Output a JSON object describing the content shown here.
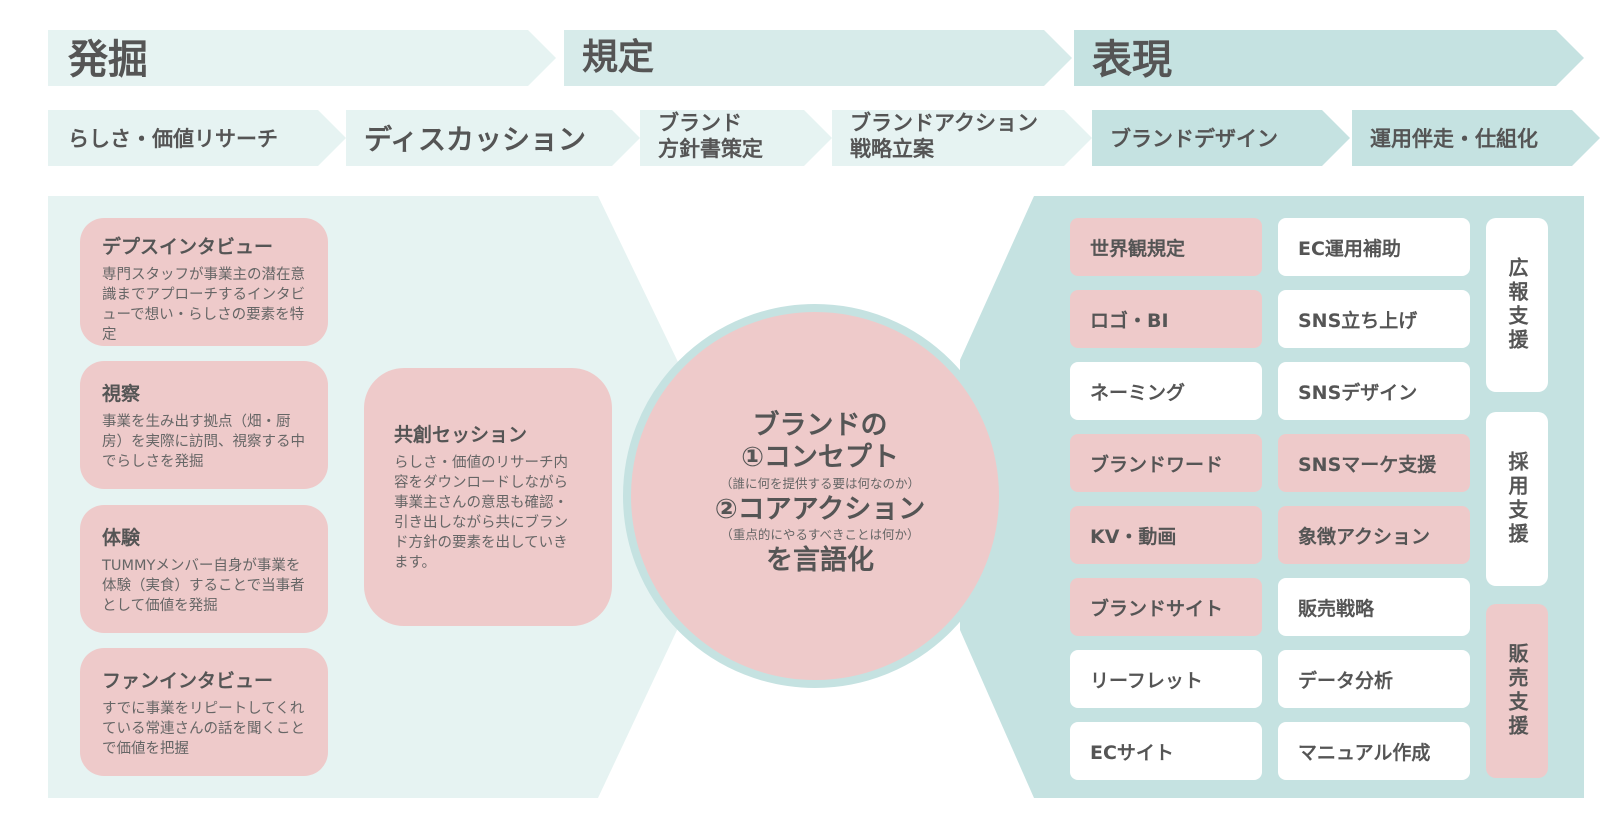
{
  "phases": [
    {
      "label": "発掘"
    },
    {
      "label": "規定"
    },
    {
      "label": "表現"
    }
  ],
  "steps": [
    {
      "label": "らしさ・価値リサーチ"
    },
    {
      "label": "ディスカッション"
    },
    {
      "label": "ブランド\n方針書策定"
    },
    {
      "label": "ブランドアクション\n戦略立案"
    },
    {
      "label": "ブランドデザイン"
    },
    {
      "label": "運用伴走・仕組化"
    }
  ],
  "research_cards": [
    {
      "title": "デプスインタビュー",
      "desc": "専門スタッフが事業主の潜在意識までアプローチするインタビューで想い・らしさの要素を特定"
    },
    {
      "title": "視察",
      "desc": "事業を生み出す拠点（畑・厨房）を実際に訪問、視察する中でらしさを発掘"
    },
    {
      "title": "体験",
      "desc": "TUMMYメンバー自身が事業を体験（実食）することで当事者として価値を発掘"
    },
    {
      "title": "ファンインタビュー",
      "desc": "すでに事業をリピートしてくれている常連さんの話を聞くことで価値を把握"
    }
  ],
  "session": {
    "title": "共創セッション",
    "desc": "らしさ・価値のリサーチ内容をダウンロードしながら事業主さんの意思も確認・引き出しながら共にブランド方針の要素を出していきます。"
  },
  "center": {
    "line1": "ブランドの",
    "line2": "①コンセプト",
    "note1": "（誰に何を提供する要は何なのか）",
    "line3": "②コアアクション",
    "note2": "（重点的にやるすべきことは何か）",
    "line4": "を言語化"
  },
  "design_col1": [
    {
      "label": "世界観規定",
      "style": "pink"
    },
    {
      "label": "ロゴ・BI",
      "style": "pink"
    },
    {
      "label": "ネーミング",
      "style": "white"
    },
    {
      "label": "ブランドワード",
      "style": "pink"
    },
    {
      "label": "KV・動画",
      "style": "pink"
    },
    {
      "label": "ブランドサイト",
      "style": "pink"
    },
    {
      "label": "リーフレット",
      "style": "white"
    },
    {
      "label": "ECサイト",
      "style": "white"
    }
  ],
  "design_col2": [
    {
      "label": "EC運用補助",
      "style": "white"
    },
    {
      "label": "SNS立ち上げ",
      "style": "white"
    },
    {
      "label": "SNSデザイン",
      "style": "white"
    },
    {
      "label": "SNSマーケ支援",
      "style": "pink"
    },
    {
      "label": "象徴アクション",
      "style": "pink"
    },
    {
      "label": "販売戦略",
      "style": "white"
    },
    {
      "label": "データ分析",
      "style": "white"
    },
    {
      "label": "マニュアル作成",
      "style": "white"
    }
  ],
  "support": [
    {
      "label": "広報支援",
      "style": "white"
    },
    {
      "label": "採用支援",
      "style": "white"
    },
    {
      "label": "販売支援",
      "style": "pink"
    }
  ],
  "colors": {
    "phase1": "#e6f3f2",
    "phase2": "#d7ebea",
    "phase3": "#c5e2e1",
    "step_light": "#e6f3f2",
    "step_dark": "#c5e2e1",
    "left_panel": "#e6f3f2",
    "right_panel": "#c5e2e1",
    "pink": "#eecaca",
    "circle_ring": "#c5e2e1"
  }
}
